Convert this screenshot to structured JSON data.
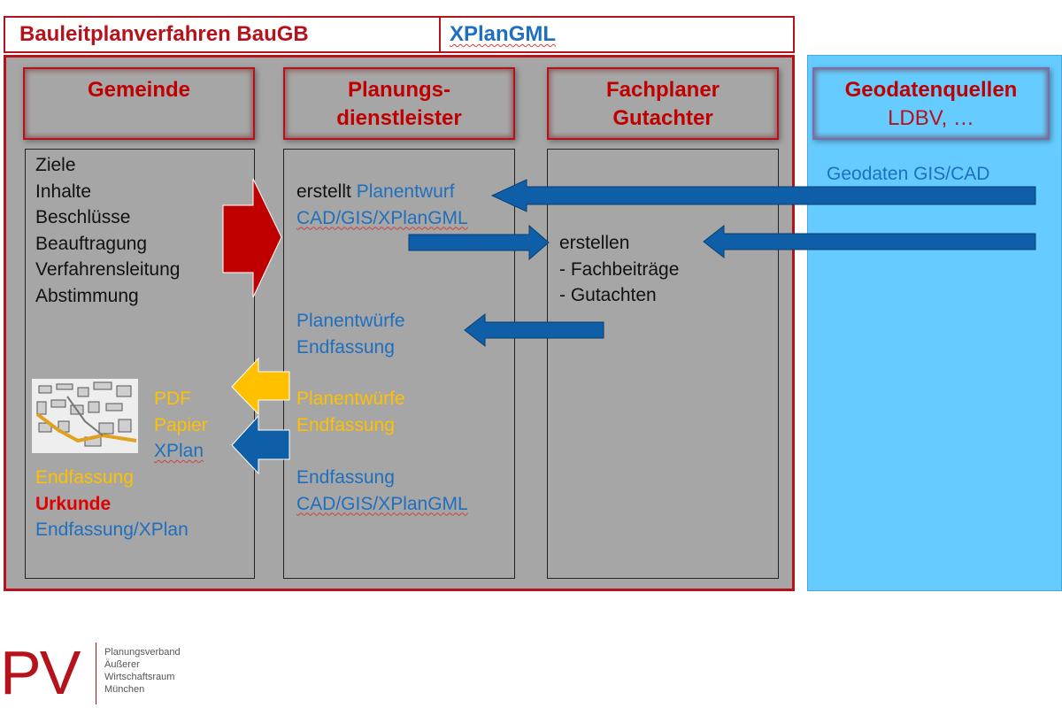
{
  "header": {
    "left_title": "Bauleitplanverfahren  BauGB",
    "right_title": "XPlanGML"
  },
  "roles": {
    "gemeinde": "Gemeinde",
    "dienstleister_line1": "Planungs-",
    "dienstleister_line2": "dienstleister",
    "fachplaner_line1": "Fachplaner",
    "fachplaner_line2": "Gutachter",
    "geo_line1": "Geodatenquellen",
    "geo_line2": "LDBV, …"
  },
  "gemeinde_lane": {
    "tasks": [
      "Ziele",
      "Inhalte",
      "Beschlüsse",
      "Beauftragung",
      "Verfahrensleitung",
      "Abstimmung"
    ],
    "formats": [
      "PDF",
      "Papier",
      "XPlan"
    ],
    "endfassung": "Endfassung",
    "urkunde": "Urkunde",
    "endfassung_xplan": "Endfassung/XPlan"
  },
  "dienstleister_lane": {
    "erstellt": "erstellt ",
    "planentwurf": "Planentwurf",
    "cad1": "CAD/GIS/XPlanGML",
    "planentwuerfe1": "Planentwürfe",
    "endfassung1": "Endfassung",
    "planentwuerfe2": "Planentwürfe",
    "endfassung2": "Endfassung",
    "endfassung3": "Endfassung",
    "cad2": "CAD/GIS/XPlanGML"
  },
  "fachplaner_lane": {
    "erstellen": "erstellen",
    "fachbeitraege": "- Fachbeiträge",
    "gutachten": "- Gutachten"
  },
  "geo_lane": {
    "geodaten": "Geodaten GIS/CAD"
  },
  "logo": {
    "mark": "PV",
    "lines": [
      "Planungsverband",
      "Äußerer",
      "Wirtschaftsraum",
      "München"
    ]
  },
  "colors": {
    "accent_red": "#b5121b",
    "arrow_blue": "#0f5fa8",
    "arrow_red": "#c00000",
    "arrow_yellow": "#ffc000",
    "geo_blue": "#66ccff",
    "panel_gray": "#a6a6a6"
  }
}
